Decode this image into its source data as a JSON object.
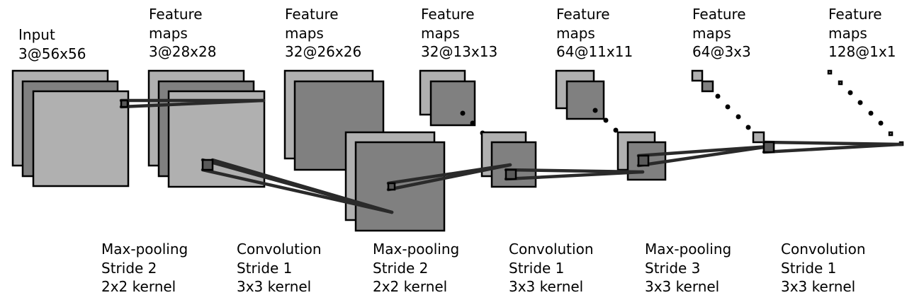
{
  "layers": [
    {
      "title": "Input",
      "size": "3@56x56"
    },
    {
      "title": "Feature",
      "title2": "maps",
      "size": "3@28x28"
    },
    {
      "title": "Feature",
      "title2": "maps",
      "size": "32@26x26"
    },
    {
      "title": "Feature",
      "title2": "maps",
      "size": "32@13x13"
    },
    {
      "title": "Feature",
      "title2": "maps",
      "size": "64@11x11"
    },
    {
      "title": "Feature",
      "title2": "maps",
      "size": "64@3x3"
    },
    {
      "title": "Feature",
      "title2": "maps",
      "size": "128@1x1"
    }
  ],
  "operations": [
    {
      "name": "Max-pooling",
      "stride": "Stride 2",
      "kernel": "2x2 kernel"
    },
    {
      "name": "Convolution",
      "stride": "Stride 1",
      "kernel": "3x3 kernel"
    },
    {
      "name": "Max-pooling",
      "stride": "Stride 2",
      "kernel": "2x2 kernel"
    },
    {
      "name": "Convolution",
      "stride": "Stride 1",
      "kernel": "3x3 kernel"
    },
    {
      "name": "Max-pooling",
      "stride": "Stride 3",
      "kernel": "3x3 kernel"
    },
    {
      "name": "Convolution",
      "stride": "Stride 1",
      "kernel": "3x3 kernel"
    }
  ],
  "colors": {
    "map_light": "#b0b0b0",
    "map_dark": "#808080",
    "connector": "#2a2a2a"
  }
}
